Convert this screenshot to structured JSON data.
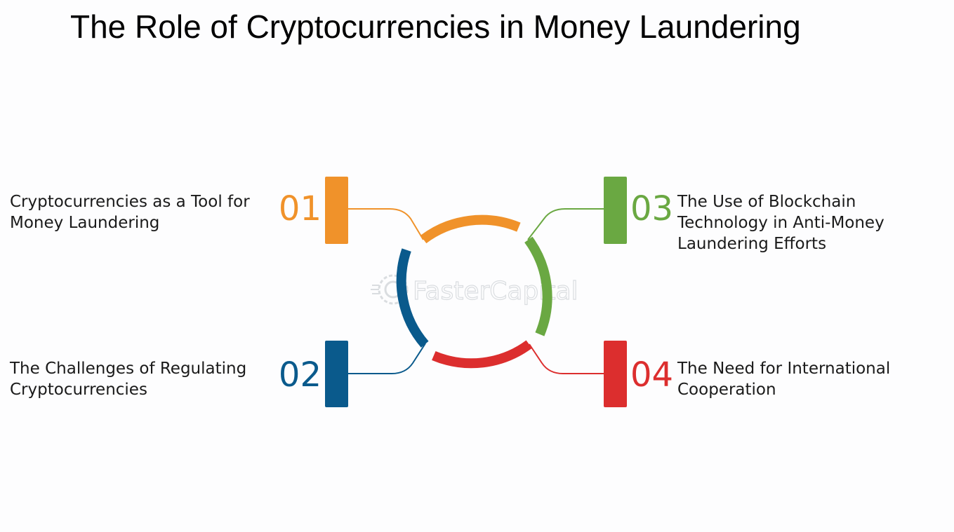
{
  "title": "The Role of Cryptocurrencies in Money Laundering",
  "watermark": "FasterCapital",
  "steps": [
    {
      "number": "01",
      "label": "Cryptocurrencies as a Tool for Money Laundering",
      "color": "#f0922a"
    },
    {
      "number": "02",
      "label": "The Challenges of Regulating Cryptocurrencies",
      "color": "#0a5a8c"
    },
    {
      "number": "03",
      "label": "The Use of Blockchain Technology in Anti-Money Laundering Efforts",
      "color": "#6aa842"
    },
    {
      "number": "04",
      "label": "The Need for International Cooperation",
      "color": "#dc2e2e"
    }
  ]
}
